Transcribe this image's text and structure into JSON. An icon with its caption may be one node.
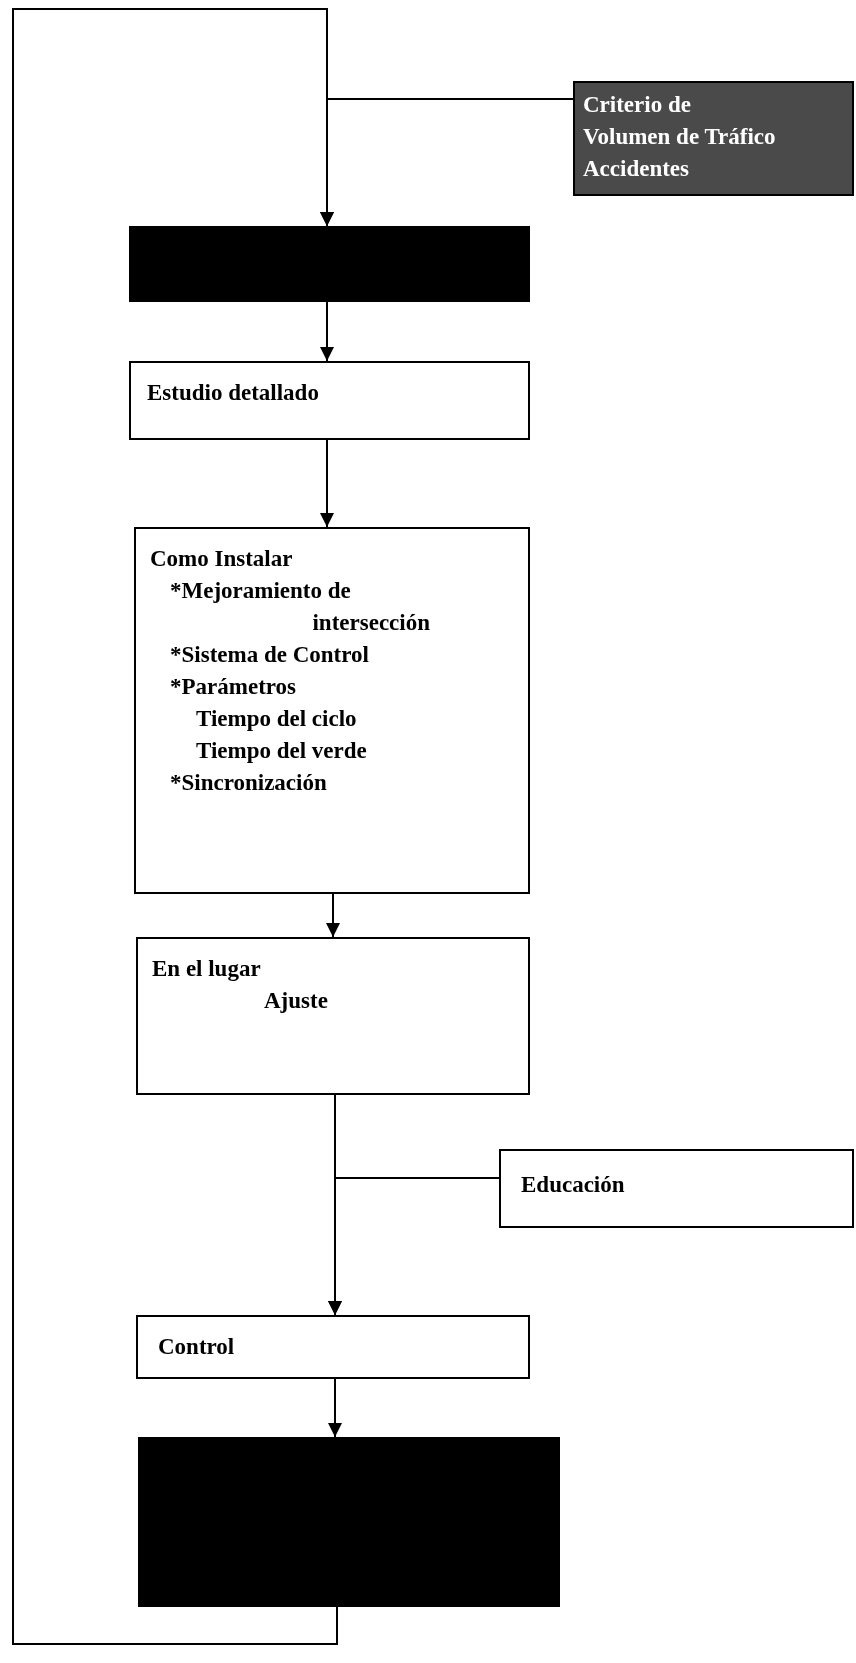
{
  "diagram": {
    "nodes": [
      {
        "text": [
          "Criterio de",
          "Volumen de Tráfico",
          "Accidentes"
        ]
      },
      {
        "text": [],
        "shape": "box"
      },
      {
        "text": [
          "Estudio detallado"
        ]
      },
      {
        "text": [
          "Como Instalar",
          "*Mejoramiento de intersección",
          "*Sistema de Control",
          "*Parámetros",
          "Tiempo del ciclo",
          "Tiempo del verde",
          "*Sincronización"
        ]
      },
      {
        "text": [
          "En el lugar",
          "Ajuste"
        ]
      },
      {
        "text": [
          "Educación"
        ]
      },
      {
        "text": [
          "Control"
        ]
      },
      {
        "text": [],
        "shape": "box"
      }
    ],
    "edges": [
      {
        "from": 0,
        "to": 1,
        "arrow": "to"
      },
      {
        "from": 1,
        "to": 2,
        "arrow": "to"
      },
      {
        "from": 2,
        "to": 3,
        "arrow": "to"
      },
      {
        "from": 3,
        "to": 4,
        "arrow": "to"
      },
      {
        "from": 4,
        "to": 6,
        "arrow": "to"
      },
      {
        "from": 5,
        "to": 6,
        "arrow": "to"
      },
      {
        "from": 6,
        "to": 7,
        "arrow": "to"
      },
      {
        "from": 7,
        "to": 1,
        "arrow": "to"
      }
    ]
  }
}
